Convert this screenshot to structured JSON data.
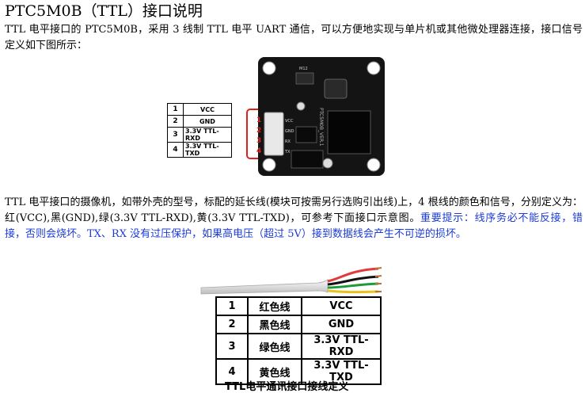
{
  "heading": "PTC5M0B（TTL）接口说明",
  "para1": "TTL 电平接口的 PTC5M0B，采用 3 线制 TTL 电平 UART 通信，可以方便地实现与单片机或其他微处理器连接，接口信号定义如下图所示：",
  "para2_normal": "TTL 电平接口的摄像机，如带外壳的型号，标配的延长线(模块可按需另行选购引出线)上，4 根线的颜色和信号，分别定义为：红(VCC),黑(GND),绿(3.3V TTL-RXD),黄(3.3V TTL-TXD)，可参考下面接口示意图。",
  "para2_warning": "重要提示：线序务必不能反接，错接，否则会烧坏。TX、RX 没有过压保护，如果高电压（超过 5V）接到数据线会产生不可逆的损坏。",
  "pin_table": [
    {
      "num": "1",
      "signal": "VCC"
    },
    {
      "num": "2",
      "signal": "GND"
    },
    {
      "num": "3",
      "signal": "3.3V TTL-RXD"
    },
    {
      "num": "4",
      "signal": "3.3V TTL-TXD"
    }
  ],
  "board": {
    "connector_numbers": [
      "1",
      "2",
      "3",
      "4"
    ],
    "connector_labels": [
      "VCC",
      "GND",
      "RX",
      "TX"
    ],
    "label_m12": "M12",
    "label_ptc": "PTC5M0B_VER.1",
    "highlight_color": "#e02020"
  },
  "wire_colors": [
    "#e23b3b",
    "#111111",
    "#1e9a3a",
    "#e8c21a"
  ],
  "color_table": [
    {
      "num": "1",
      "color": "红色线",
      "signal": "VCC"
    },
    {
      "num": "2",
      "color": "黑色线",
      "signal": "GND"
    },
    {
      "num": "3",
      "color": "绿色线",
      "signal": "3.3V TTL-RXD"
    },
    {
      "num": "4",
      "color": "黄色线",
      "signal": "3.3V TTL-TXD"
    }
  ],
  "caption": "TTL电平通讯接口接线定义"
}
